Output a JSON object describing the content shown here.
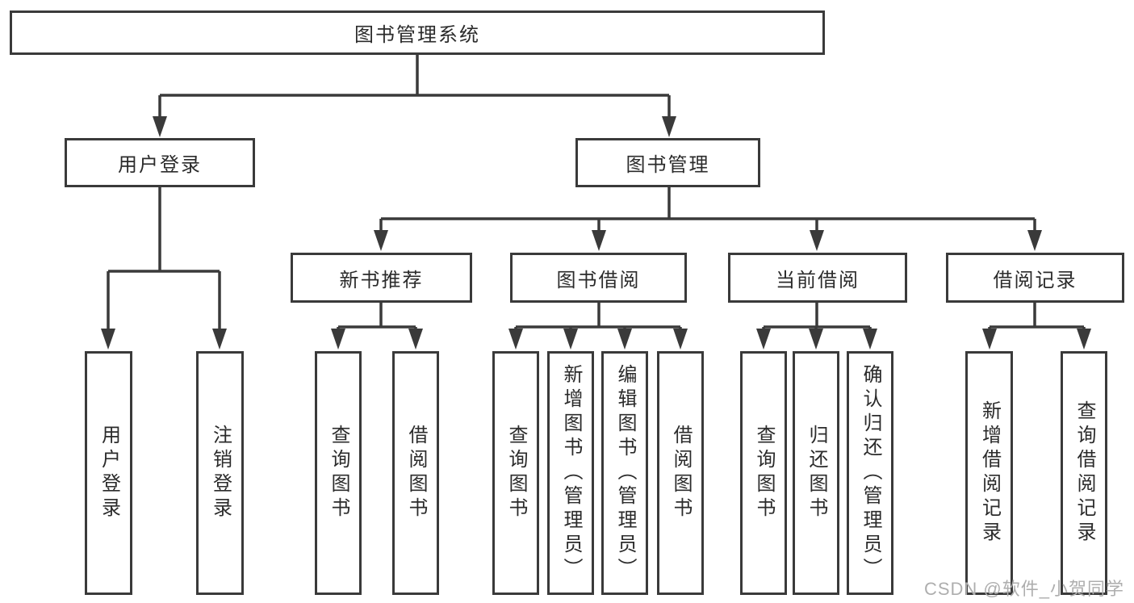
{
  "tree": {
    "root": {
      "label": "图书管理系统",
      "children": [
        {
          "label": "用户登录",
          "children": [
            {
              "label": "用户登录"
            },
            {
              "label": "注销登录"
            }
          ]
        },
        {
          "label": "图书管理",
          "children": [
            {
              "label": "新书推荐",
              "children": [
                {
                  "label": "查询图书"
                },
                {
                  "label": "借阅图书"
                }
              ]
            },
            {
              "label": "图书借阅",
              "children": [
                {
                  "label": "查询图书"
                },
                {
                  "label": "新增图书（管理员）"
                },
                {
                  "label": "编辑图书（管理员）"
                },
                {
                  "label": "借阅图书"
                }
              ]
            },
            {
              "label": "当前借阅",
              "children": [
                {
                  "label": "查询图书"
                },
                {
                  "label": "归还图书"
                },
                {
                  "label": "确认归还（管理员）"
                }
              ]
            },
            {
              "label": "借阅记录",
              "children": [
                {
                  "label": "新增借阅记录"
                },
                {
                  "label": "查询借阅记录"
                }
              ]
            }
          ]
        }
      ]
    }
  },
  "watermark": {
    "text": "CSDN @软件_小贺同学"
  },
  "colors": {
    "line": "#3a3a3a",
    "text": "#2b2b2b",
    "background": "#ffffff",
    "watermark": "#aeaeae"
  }
}
